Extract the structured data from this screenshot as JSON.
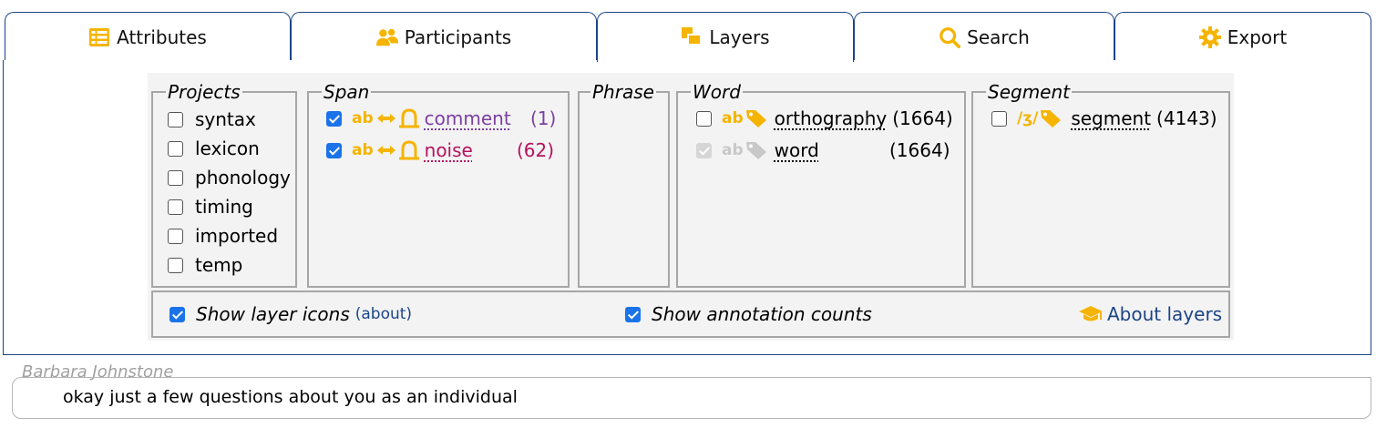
{
  "tabs": [
    {
      "label": "Attributes",
      "icon": "table-icon",
      "active": false
    },
    {
      "label": "Participants",
      "icon": "people-icon",
      "active": false
    },
    {
      "label": "Layers",
      "icon": "layers-icon",
      "active": true
    },
    {
      "label": "Search",
      "icon": "search-icon",
      "active": false
    },
    {
      "label": "Export",
      "icon": "gear-icon",
      "active": false
    }
  ],
  "colors": {
    "accent": "#f5b400",
    "border": "#1c4587",
    "checkbox": "#1a73e8",
    "comment": "#7b3fa0",
    "noise": "#b5125d"
  },
  "projects": {
    "legend": "Projects",
    "items": [
      {
        "label": "syntax",
        "checked": false
      },
      {
        "label": "lexicon",
        "checked": false
      },
      {
        "label": "phonology",
        "checked": false
      },
      {
        "label": "timing",
        "checked": false
      },
      {
        "label": "imported",
        "checked": false
      },
      {
        "label": "temp",
        "checked": false
      }
    ]
  },
  "span": {
    "legend": "Span",
    "items": [
      {
        "ab": "ab",
        "name": "comment",
        "count": "(1)",
        "checked": true
      },
      {
        "ab": "ab",
        "name": "noise",
        "count": "(62)",
        "checked": true
      }
    ]
  },
  "phrase": {
    "legend": "Phrase"
  },
  "word": {
    "legend": "Word",
    "items": [
      {
        "ab": "ab",
        "name": "orthography",
        "count": "(1664)",
        "checked": false
      },
      {
        "ab": "ab",
        "name": "word",
        "count": "(1664)",
        "checked": true,
        "disabled": true
      }
    ]
  },
  "segment": {
    "legend": "Segment",
    "items": [
      {
        "ab": "/ʒ/",
        "name": "segment",
        "count": "(4143)",
        "checked": false
      }
    ]
  },
  "options": {
    "show_icons": "Show layer icons",
    "about_link": "(about)",
    "show_counts": "Show annotation counts",
    "about_layers": "About layers"
  },
  "transcript": {
    "speaker": "Barbara Johnstone",
    "utterance": "okay just a few questions about you as an individual"
  }
}
